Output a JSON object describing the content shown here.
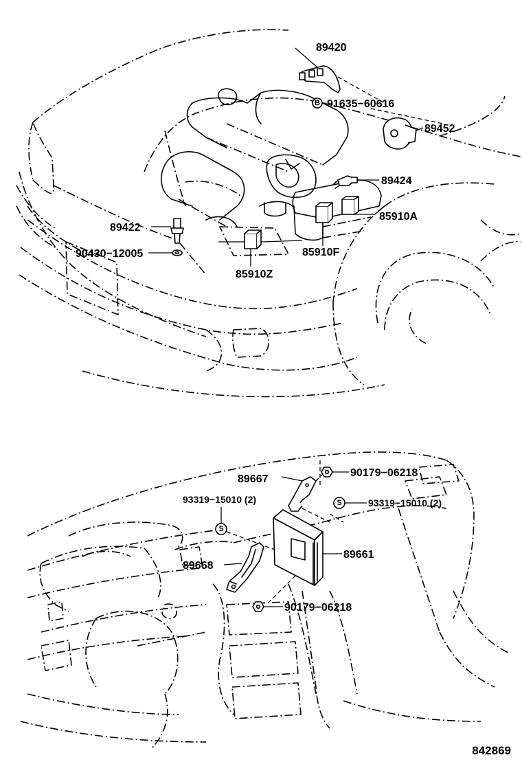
{
  "figure_id": "842869",
  "engine_view": {
    "labels": {
      "p89420": "89420",
      "p91635": "91635−60616",
      "p89452": "89452",
      "p89424": "89424",
      "p85910A": "85910A",
      "p89422": "89422",
      "p90430": "90430−12005",
      "p85910F": "85910F",
      "p85910Z": "85910Z"
    },
    "symbols": {
      "bolt_mark": "B"
    }
  },
  "dash_view": {
    "labels": {
      "p89667": "89667",
      "p90179a": "90179−06218",
      "p93319a": "93319−15010 (2)",
      "p93319b": "93319−15010 (2)",
      "p89661": "89661",
      "p89668": "89668",
      "p90179b": "90179−06218"
    },
    "symbols": {
      "screw_mark": "S"
    }
  }
}
